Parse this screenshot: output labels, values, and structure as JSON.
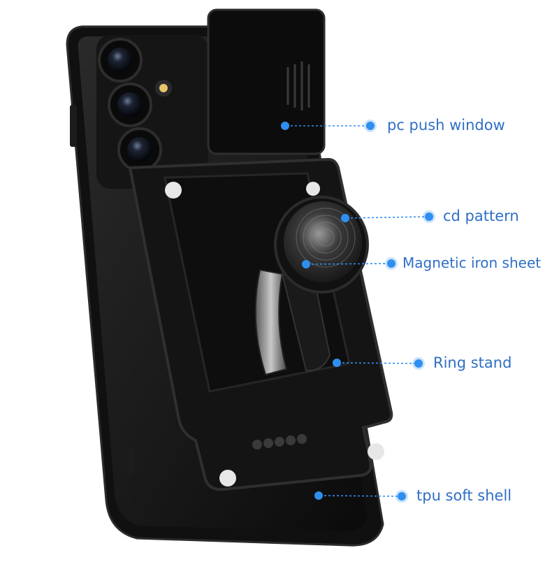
{
  "accent_color": "#2f8ff0",
  "label_color": "#2f6fc4",
  "annotations": [
    {
      "id": "pc-push-window",
      "text": "pc push window"
    },
    {
      "id": "cd-pattern",
      "text": "cd pattern"
    },
    {
      "id": "magnetic-iron-sheet",
      "text": "Magnetic iron sheet"
    },
    {
      "id": "ring-stand",
      "text": "Ring stand"
    },
    {
      "id": "tpu-soft-shell",
      "text": "tpu soft shell"
    }
  ]
}
